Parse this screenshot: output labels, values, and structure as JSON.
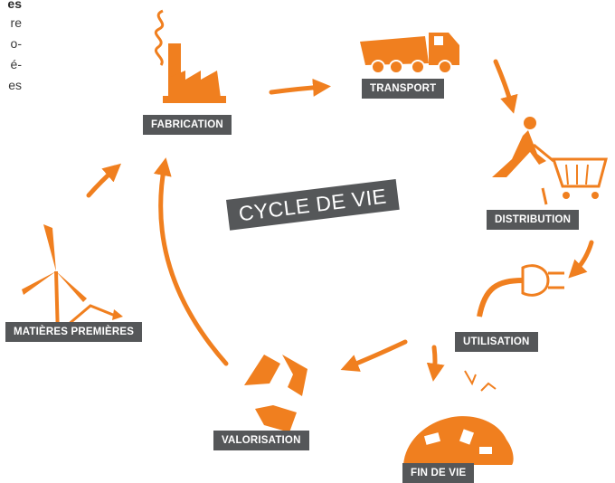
{
  "side_text": {
    "lines": [
      "es",
      "re",
      "o-",
      "é-",
      "es"
    ]
  },
  "diagram": {
    "title": "CYCLE DE VIE",
    "stages": {
      "fabrication": "FABRICATION",
      "transport": "TRANSPORT",
      "distribution": "DISTRIBUTION",
      "utilisation": "UTILISATION",
      "fin_de_vie": "FIN DE VIE",
      "valorisation": "VALORISATION",
      "matieres_premieres": "MATIÈRES PREMIÈRES"
    },
    "colors": {
      "accent": "#f07f1f",
      "label_bg": "#555759",
      "label_text": "#ffffff"
    }
  }
}
